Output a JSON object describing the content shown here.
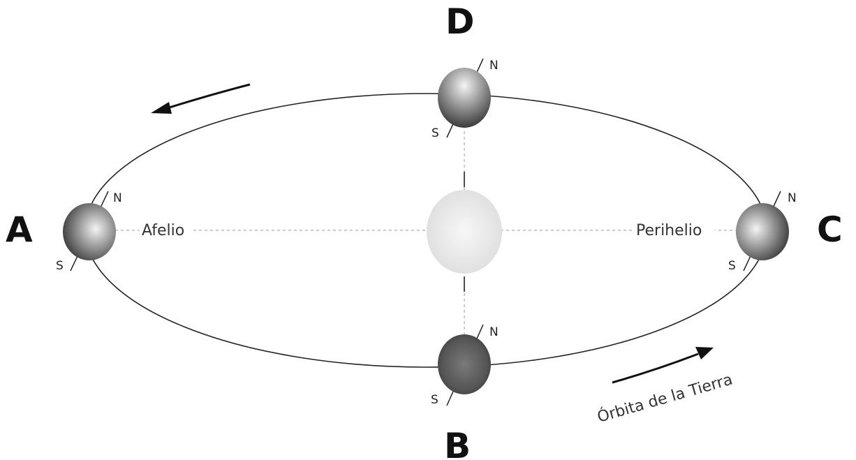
{
  "labels": {
    "a": "A",
    "b": "B",
    "c": "C",
    "d": "D"
  },
  "texts": {
    "aphelion": "Afelio",
    "perihelion": "Perihelio",
    "orbit": "Órbita de la Tierra"
  },
  "poles": {
    "north": "N",
    "south": "S"
  },
  "colors": {
    "orbit_line": "#222222",
    "sun": "#e6e6e6",
    "earth_dark": "#3a3a3a",
    "earth_light": "#f2f2f2"
  }
}
